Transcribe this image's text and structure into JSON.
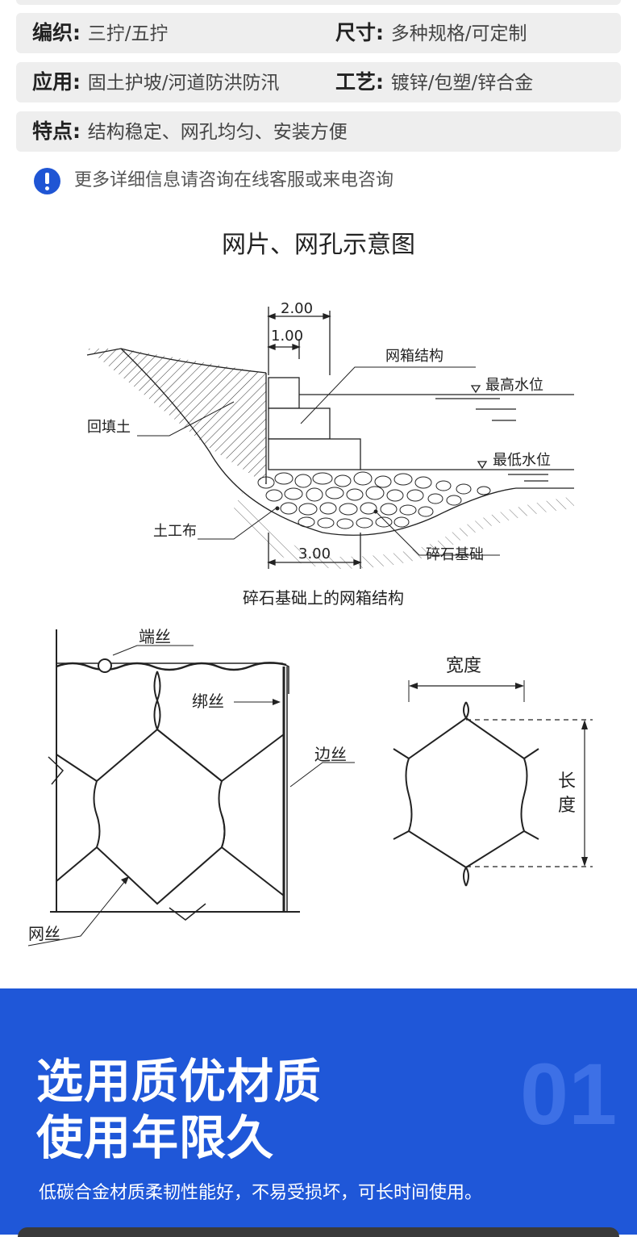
{
  "specs": [
    {
      "k1": "编织",
      "v1": "三拧/五拧",
      "k2": "尺寸",
      "v2": "多种规格/可定制"
    },
    {
      "k1": "应用",
      "v1": "固土护坡/河道防洪防汛",
      "k2": "工艺",
      "v2": "镀锌/包塑/锌合金"
    },
    {
      "k1": "特点",
      "v1": "结构稳定、网孔均匀、安装方便"
    }
  ],
  "notice": "更多详细信息请咨询在线客服或来电咨询",
  "diagram": {
    "title": "网片、网孔示意图",
    "section": {
      "dim_top": "2.00",
      "dim_mid": "1.00",
      "dim_bottom": "3.00",
      "gabion": "网箱结构",
      "high_water": "最高水位",
      "low_water": "最低水位",
      "backfill": "回填土",
      "geotextile": "土工布",
      "gravel": "碎石基础",
      "caption": "碎石基础上的网箱结构"
    },
    "mesh": {
      "end_wire": "端丝",
      "tie_wire": "绑丝",
      "edge_wire": "边丝",
      "mesh_wire": "网丝",
      "width": "宽度",
      "length_1": "长",
      "length_2": "度"
    }
  },
  "banner": {
    "line1": "选用质优材质",
    "line2": "使用年限久",
    "number": "01",
    "desc": "低碳合金材质柔韧性能好，不易受损坏，可长时间使用。"
  }
}
